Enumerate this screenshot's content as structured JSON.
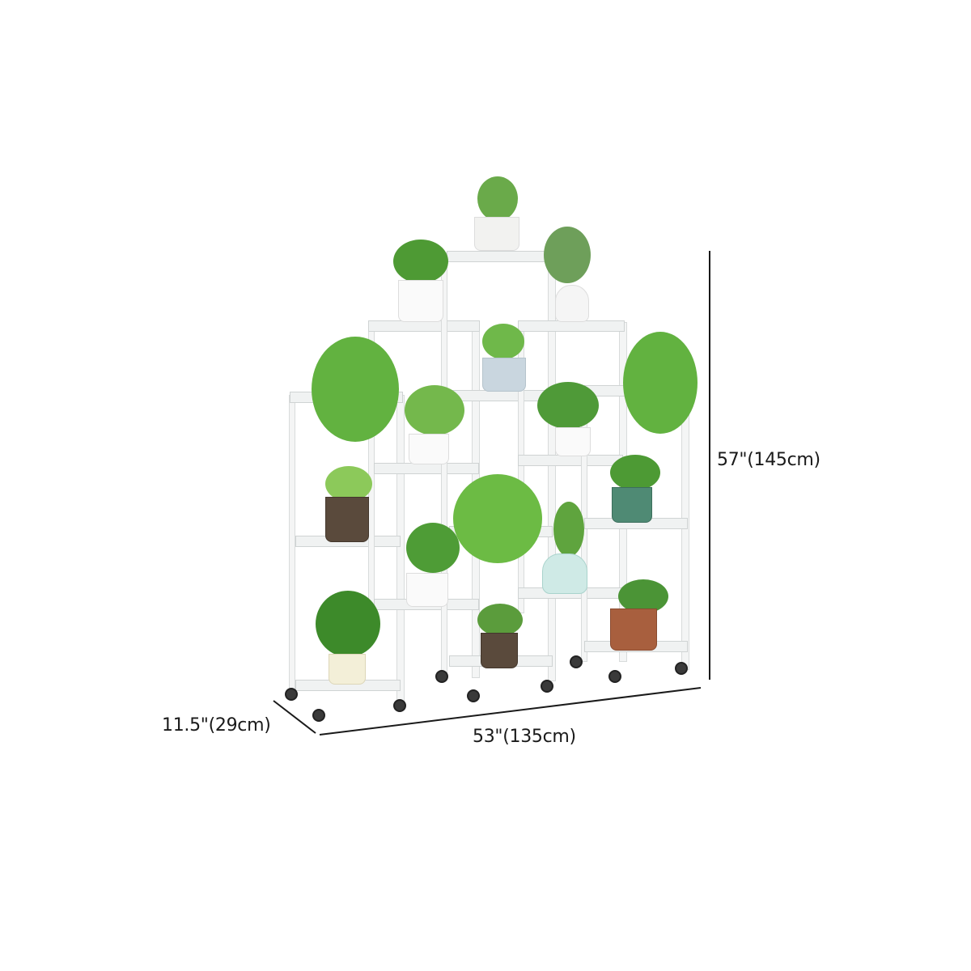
{
  "product": {
    "description": "White multi-tier metal plant stand on wheels with potted plants",
    "dimensions": {
      "height": "57\"(145cm)",
      "width": "53\"(135cm)",
      "depth": "11.5\"(29cm)"
    }
  },
  "colors": {
    "background": "#ffffff",
    "frame": "#f4f5f5",
    "dimension_line": "#1a1a1a",
    "foliage": "#5aa63a",
    "wheel": "#333333"
  }
}
